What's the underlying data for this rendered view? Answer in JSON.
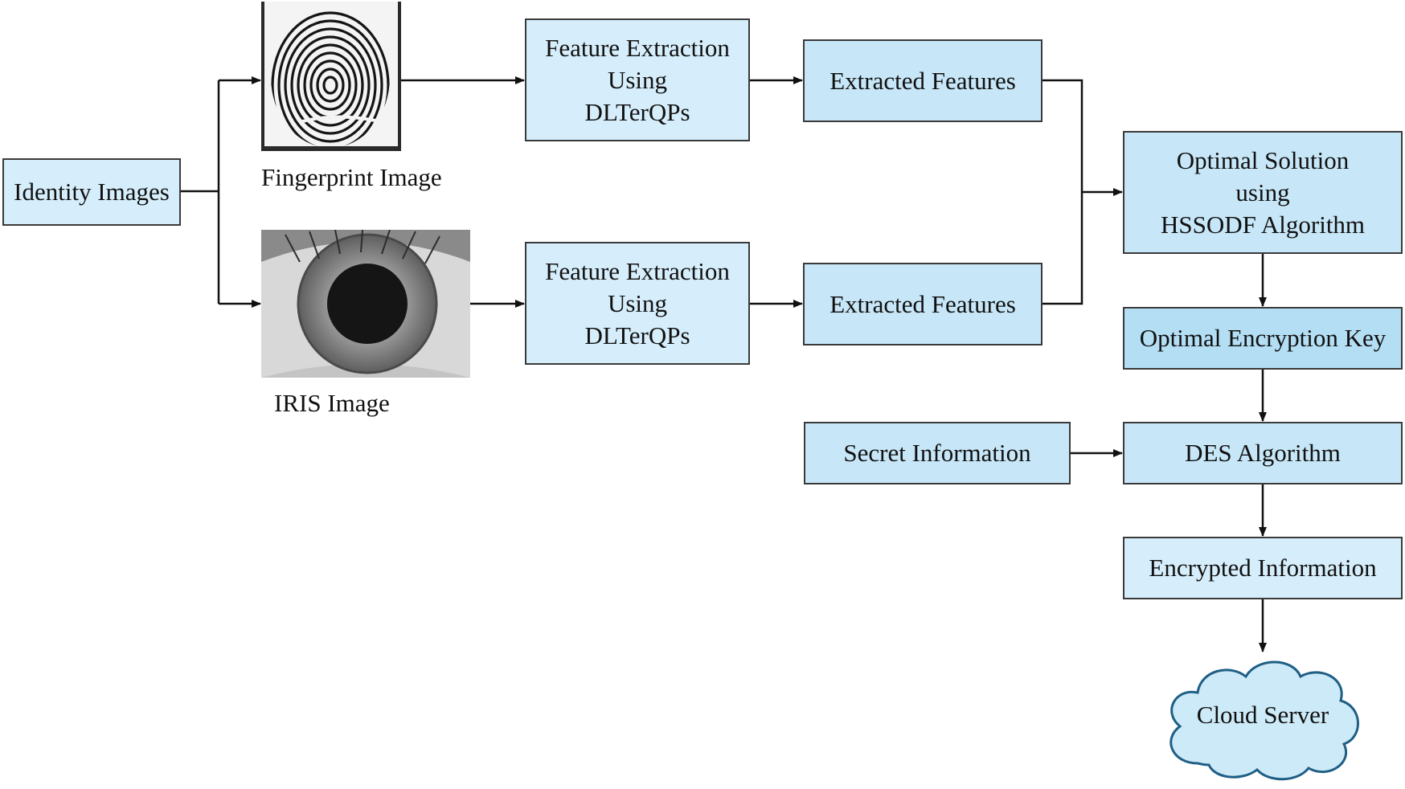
{
  "nodes": {
    "identity": "Identity Images",
    "fingerprint_caption": "Fingerprint Image",
    "iris_caption": "IRIS Image",
    "fe_top": [
      "Feature Extraction",
      "Using",
      "DLTerQPs"
    ],
    "fe_bottom": [
      "Feature Extraction",
      "Using",
      "DLTerQPs"
    ],
    "ef_top": "Extracted Features",
    "ef_bottom": "Extracted Features",
    "optimal_solution": [
      "Optimal Solution",
      "using",
      "HSSODF Algorithm"
    ],
    "optimal_key": "Optimal Encryption Key",
    "secret": "Secret Information",
    "des": "DES Algorithm",
    "encrypted": "Encrypted Information",
    "cloud": "Cloud Server"
  },
  "colors": {
    "box_light": "#d6eefb",
    "box_mid": "#c7e7f8",
    "box_strong": "#b3def4",
    "cloud_fill": "#cdeaf8",
    "cloud_stroke": "#1f5f86"
  }
}
